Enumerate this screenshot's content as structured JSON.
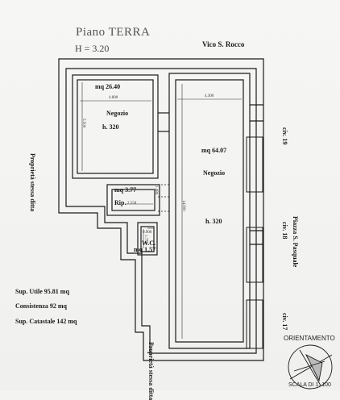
{
  "header": {
    "title": "Piano TERRA",
    "height": "H = 3.20",
    "street": "Vico S. Rocco"
  },
  "rooms": {
    "shop_a": {
      "area": "mq 26.40",
      "name": "Negozio",
      "height": "h. 320",
      "width_dim": "4.800",
      "depth_dim": "5.500"
    },
    "shop_b": {
      "area": "mq 64.07",
      "name": "Negozio",
      "height": "h. 320",
      "width_dim": "4.300",
      "depth_dim": "14.900"
    },
    "storage": {
      "area": "mq 3.77",
      "name": "Rip.",
      "width_dim": "2.550",
      "depth_dim": "1.480"
    },
    "wc": {
      "area": "mq 1.57",
      "name": "W.C.",
      "width_dim": "0.900",
      "depth_dim": "1.750"
    }
  },
  "side_labels": {
    "left_property": "Proprietà stessa ditta",
    "bottom_property": "Proprietà stessa ditta",
    "square": "Piazza S. Pasquale",
    "civ_19": "civ. 19",
    "civ_18": "civ. 18",
    "civ_17": "civ. 17"
  },
  "summary": {
    "useful": "Sup. Utile 95.81 mq",
    "consistency": "Consistenza 92 mq",
    "cadastral": "Sup. Catastale 142 mq"
  },
  "legend": {
    "orientation": "ORIENTAMENTO",
    "scale": "SCALA DI 1: 100"
  }
}
